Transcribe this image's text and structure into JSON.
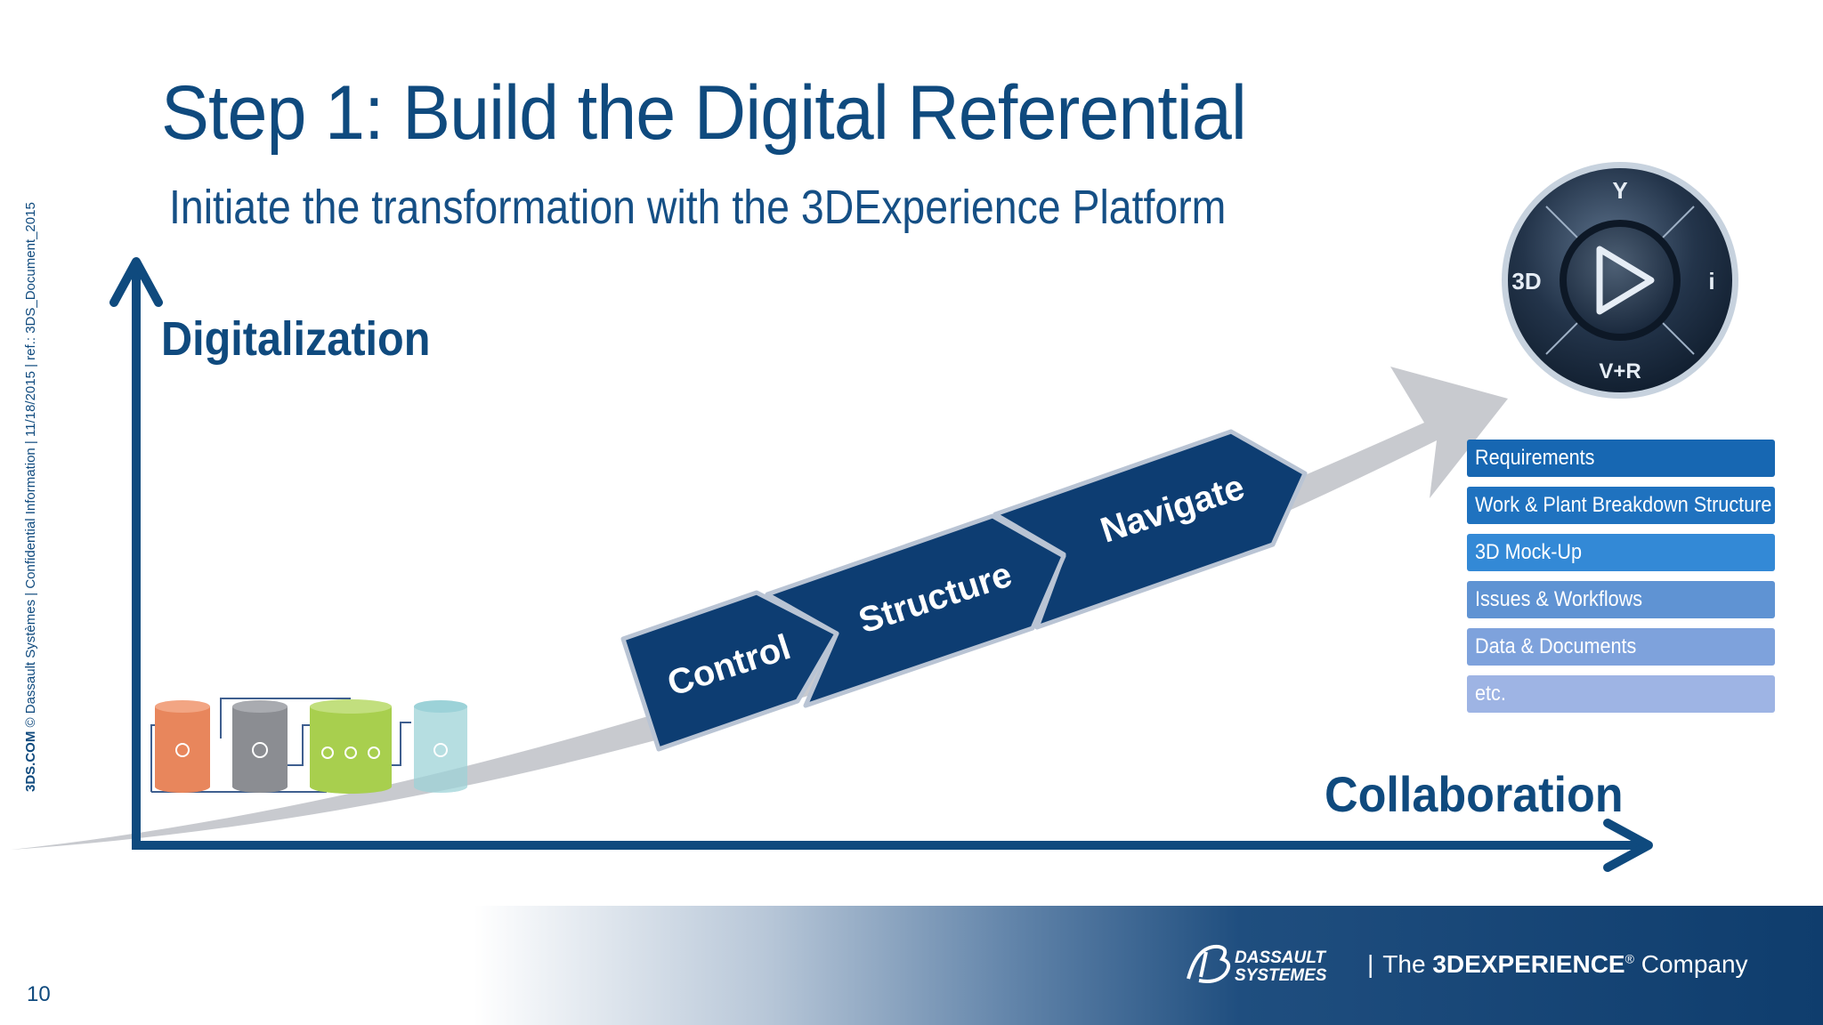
{
  "slide": {
    "title": "Step 1: Build the Digital Referential",
    "subtitle": "Initiate the transformation with the 3DExperience Platform",
    "page_number": "10",
    "side_text": {
      "brand": "3DS.COM",
      "rest": " © Dassault Systèmes | Confidential Information | 11/18/2015 | ref.: 3DS_Document_2015"
    }
  },
  "diagram": {
    "y_axis_label": "Digitalization",
    "x_axis_label": "Collaboration",
    "steps": [
      {
        "label": "Control"
      },
      {
        "label": "Structure"
      },
      {
        "label": "Navigate"
      }
    ],
    "features": [
      {
        "label": "Requirements",
        "color": "#1767b2"
      },
      {
        "label": "Work & Plant Breakdown Structure",
        "color": "#1f72bf"
      },
      {
        "label": "3D Mock-Up",
        "color": "#3389d6"
      },
      {
        "label": "Issues & Workflows",
        "color": "#5f93d3"
      },
      {
        "label": "Data & Documents",
        "color": "#7ea2dc"
      },
      {
        "label": "etc.",
        "color": "#9eb4e4"
      }
    ],
    "compass": {
      "labels": {
        "top": "Y",
        "left": "3D",
        "right": "i",
        "bottom": "V+R"
      },
      "icon": "play-compass-icon"
    },
    "colors": {
      "axis": "#0f4a7e",
      "arrow_gray": "#c7c9ce",
      "step_fill": "#0d3d72"
    }
  },
  "footer": {
    "logo_icon": "dassault-systemes-logo-icon",
    "company": {
      "prefix": "The ",
      "bold": "3DEXPERIENCE",
      "mark": "®",
      "suffix": " Company"
    }
  }
}
